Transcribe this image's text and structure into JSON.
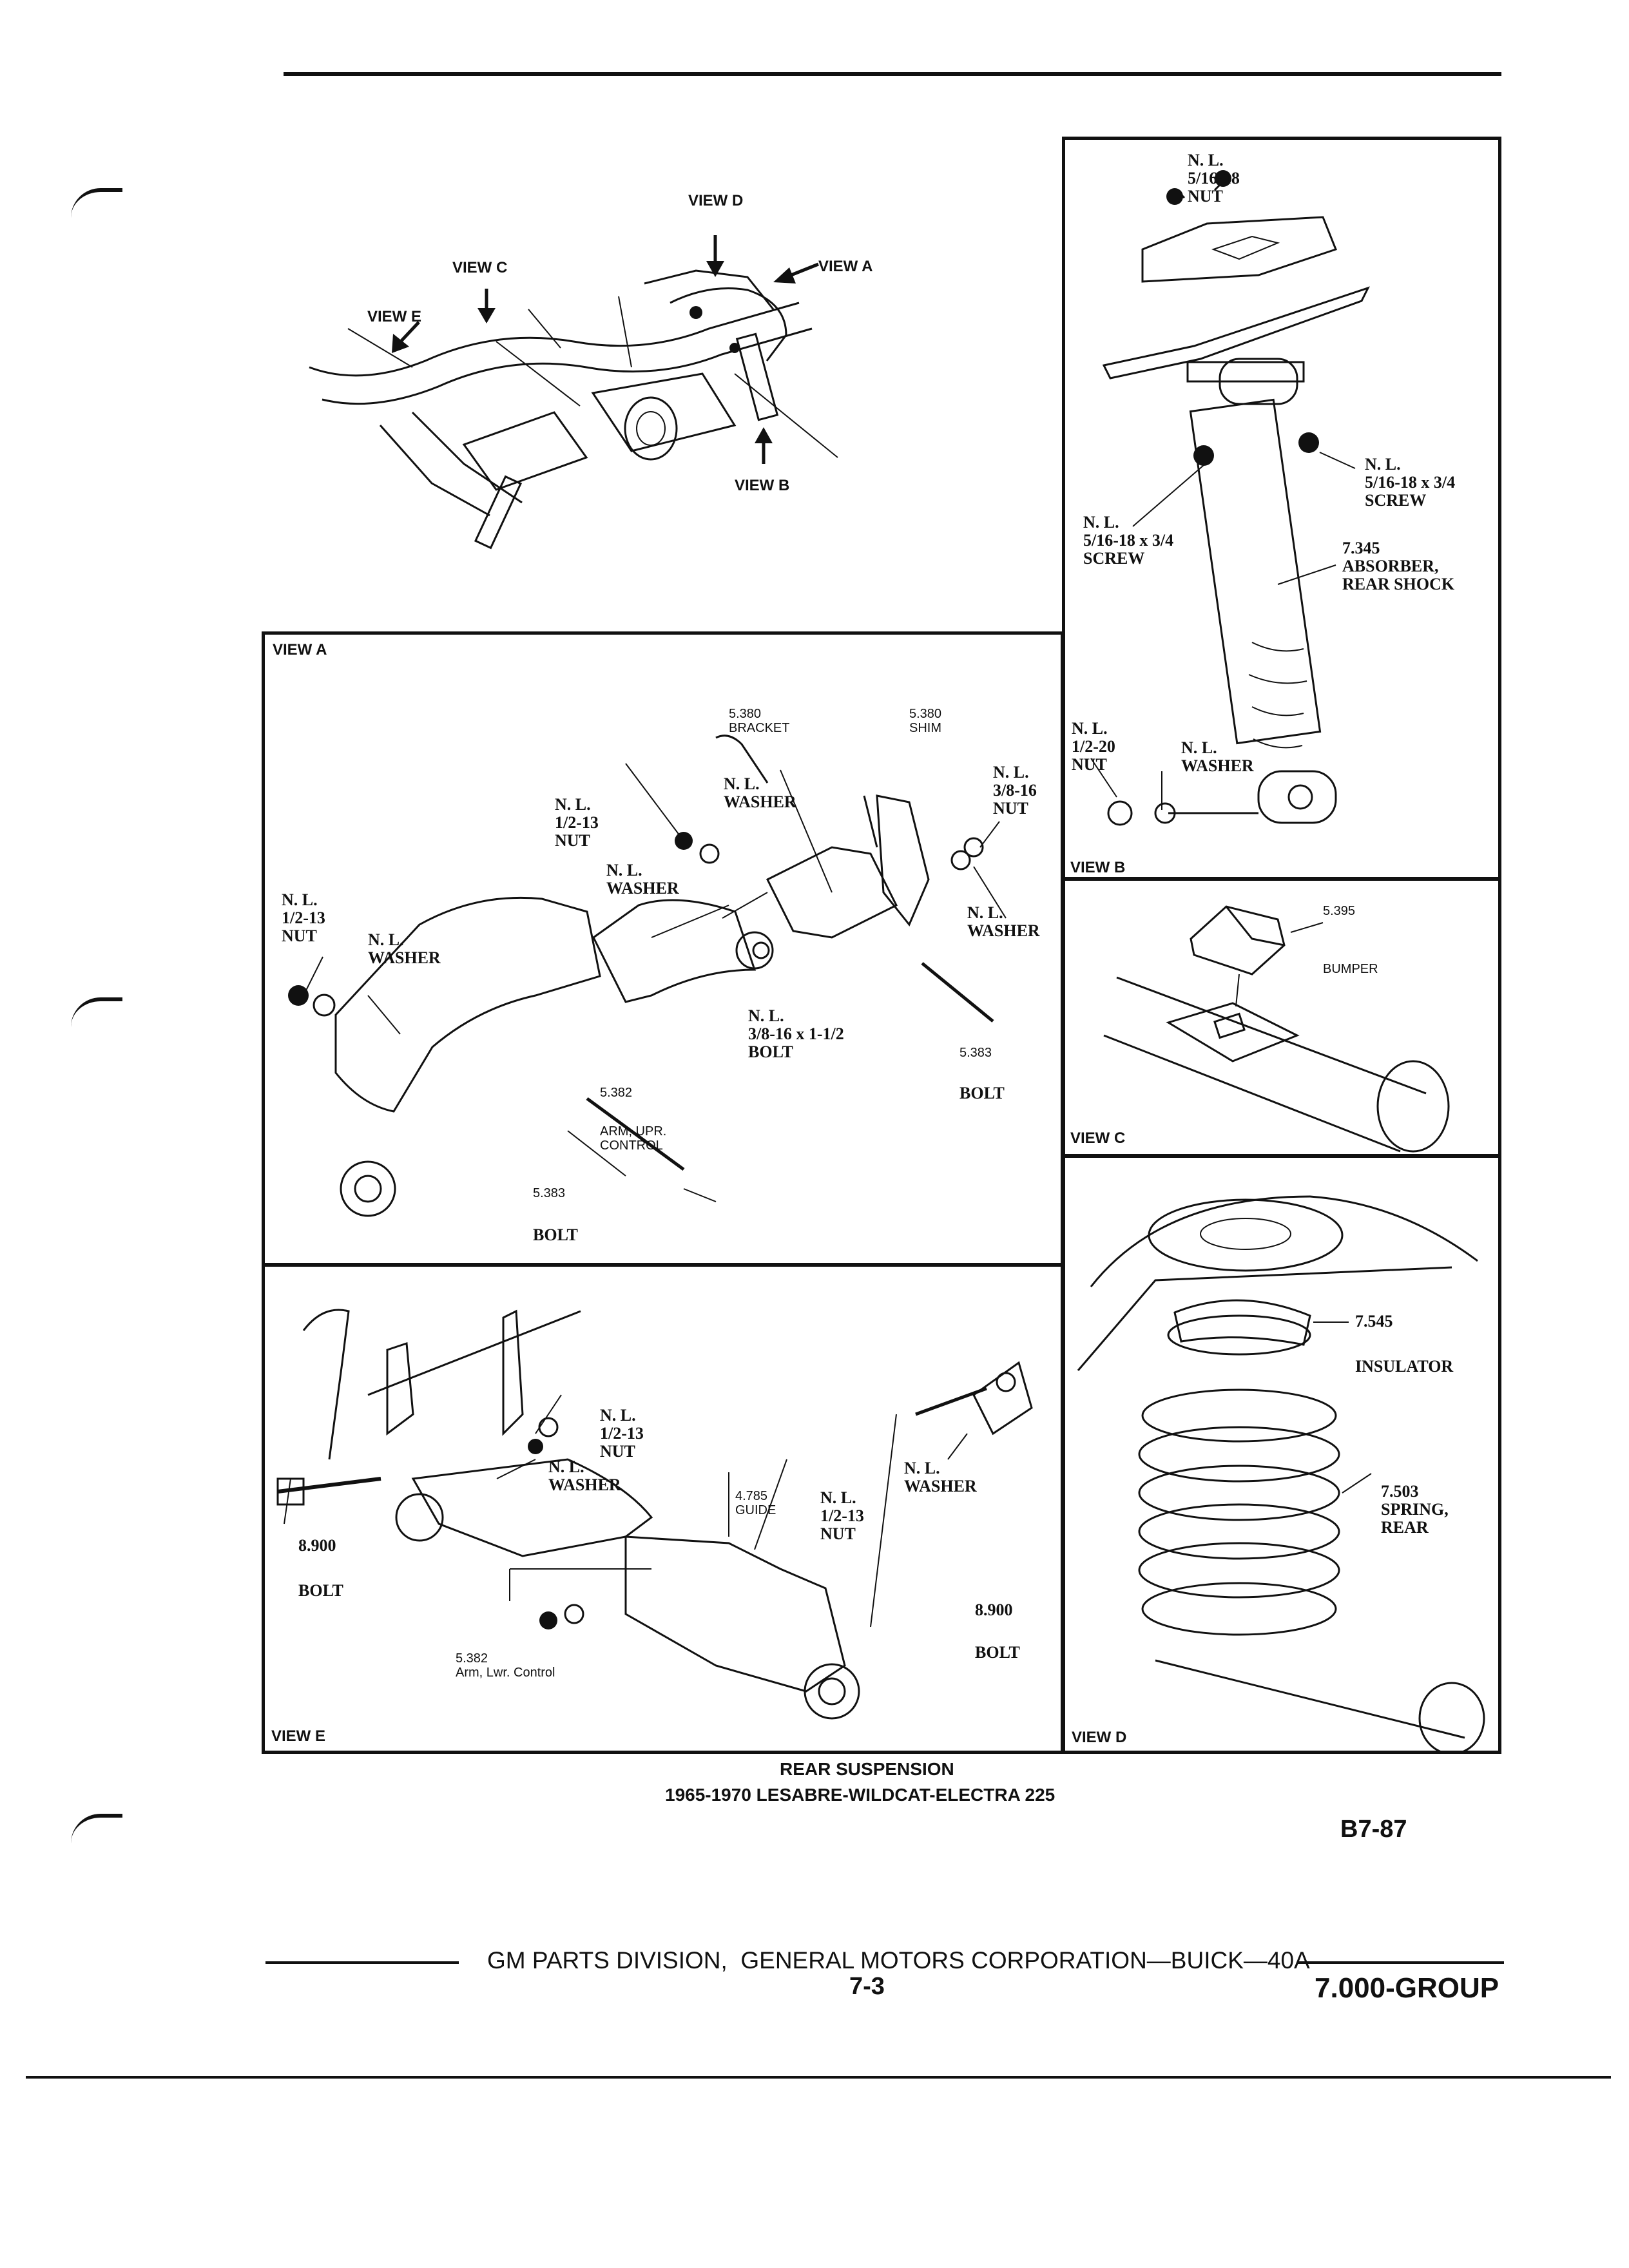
{
  "overview": {
    "views": {
      "d": "VIEW D",
      "c": "VIEW C",
      "a": "VIEW A",
      "e": "VIEW E",
      "b": "VIEW B"
    }
  },
  "view_b": {
    "tag": "VIEW B",
    "callouts": {
      "nut_top": "N. L.\n5/16-18\nNUT",
      "screw_right": "N. L.\n5/16-18 x 3/4\nSCREW",
      "screw_left": "N. L.\n5/16-18 x 3/4\nSCREW",
      "absorber": "7.345\nABSORBER,\nREAR SHOCK",
      "nut_bottom": "N. L.\n1/2-20\nNUT",
      "washer": "N. L.\nWASHER"
    }
  },
  "view_a": {
    "tag": "VIEW A",
    "callouts": {
      "bracket": "5.380\nBRACKET",
      "shim": "5.380\nSHIM",
      "washer_top": "N. L.\nWASHER",
      "nut_left_top": "N. L.\n1/2-13\nNUT",
      "nut_right": "N. L.\n3/8-16\nNUT",
      "washer_mid": "N. L.\nWASHER",
      "washer_right": "N. L.\nWASHER",
      "nut_left": "N. L.\n1/2-13\nNUT",
      "washer_left": "N. L.\nWASHER",
      "bolt_mid": "N. L.\n3/8-16 x 1-1/2\nBOLT",
      "bolt_right_num": "5.383",
      "bolt_right": "BOLT",
      "arm_num": "5.382",
      "arm": "ARM, UPR.\nCONTROL",
      "bolt_bottom_num": "5.383",
      "bolt_bottom": "BOLT"
    }
  },
  "view_c": {
    "tag": "VIEW C",
    "callouts": {
      "bumper_num": "5.395",
      "bumper": "BUMPER"
    }
  },
  "view_e": {
    "tag": "VIEW E",
    "callouts": {
      "nut_top": "N. L.\n1/2-13\nNUT",
      "washer_top": "N. L.\nWASHER",
      "bolt_left_num": "8.900",
      "bolt_left": "BOLT",
      "guide": "4.785\nGUIDE",
      "nut_mid": "N. L.\n1/2-13\nNUT",
      "washer_right": "N. L.\nWASHER",
      "bolt_right_num": "8.900",
      "bolt_right": "BOLT",
      "arm": "5.382\nArm, Lwr. Control"
    }
  },
  "view_d": {
    "tag": "VIEW D",
    "callouts": {
      "insulator_num": "7.545",
      "insulator": "INSULATOR",
      "spring": "7.503\nSPRING,\nREAR"
    }
  },
  "caption": {
    "title": "REAR SUSPENSION",
    "subtitle": "1965-1970 LESABRE-WILDCAT-ELECTRA 225",
    "code": "B7-87"
  },
  "footer": {
    "division": "GM PARTS DIVISION,  GENERAL MOTORS CORPORATION—BUICK—40A",
    "page": "7-3",
    "group": "7.000-GROUP"
  }
}
